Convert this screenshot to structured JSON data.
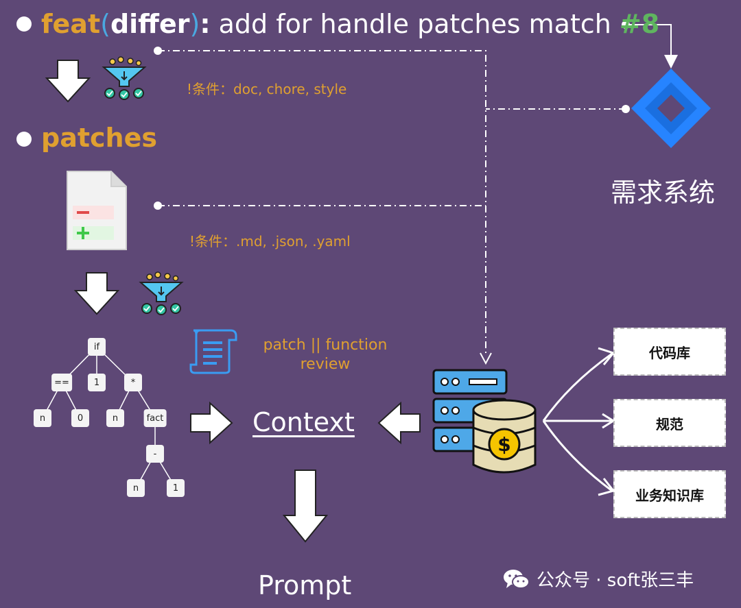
{
  "commit": {
    "type": "feat",
    "paren_open": "(",
    "scope": "differ",
    "paren_close": ")",
    "colon": ":",
    "message": " add for handle patches match ",
    "issue": "#8"
  },
  "filter1": {
    "condition": "!条件：doc, chore, style"
  },
  "patches": {
    "label": "patches"
  },
  "filter2": {
    "condition": "!条件：.md, .json, .yaml"
  },
  "review": {
    "line1": "patch || function",
    "line2": "review"
  },
  "ast": {
    "nodes": [
      "if",
      "==",
      "1",
      "*",
      "n",
      "0",
      "n",
      "fact",
      "-",
      "n",
      "1"
    ]
  },
  "requirement_system": {
    "label": "需求系统"
  },
  "context": {
    "label": "Context"
  },
  "prompt": {
    "label": "Prompt"
  },
  "knowledge": {
    "items": [
      "代码库",
      "规范",
      "业务知识库"
    ]
  },
  "watermark": {
    "text": "公众号 · soft张三丰"
  },
  "colors": {
    "background": "#5e4876",
    "accent_orange": "#e0a030",
    "accent_green": "#5fb55f",
    "accent_blue": "#4aa8e0",
    "jira_blue": "#2684ff"
  },
  "icons": [
    "arrow-down-icon",
    "filter-funnel-icon",
    "diff-file-icon",
    "document-icon",
    "server-database-icon",
    "jira-logo-icon",
    "wechat-icon"
  ]
}
